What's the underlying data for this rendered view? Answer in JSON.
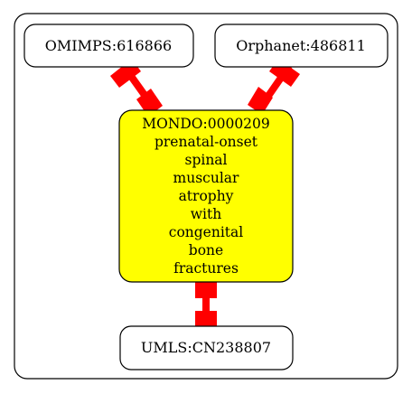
{
  "graph": {
    "nodes": {
      "omimps": {
        "label": "OMIMPS:616866"
      },
      "orphanet": {
        "label": "Orphanet:486811"
      },
      "mondo": {
        "id_label": "MONDO:0000209",
        "name_lines": [
          "prenatal-onset",
          "spinal",
          "muscular",
          "atrophy",
          "with",
          "congenital",
          "bone",
          "fractures"
        ]
      },
      "umls": {
        "label": "UMLS:CN238807"
      }
    },
    "colors": {
      "focus_fill": "#ffff00",
      "edge": "#ff0000",
      "node_fill": "#ffffff",
      "stroke": "#000000"
    }
  }
}
